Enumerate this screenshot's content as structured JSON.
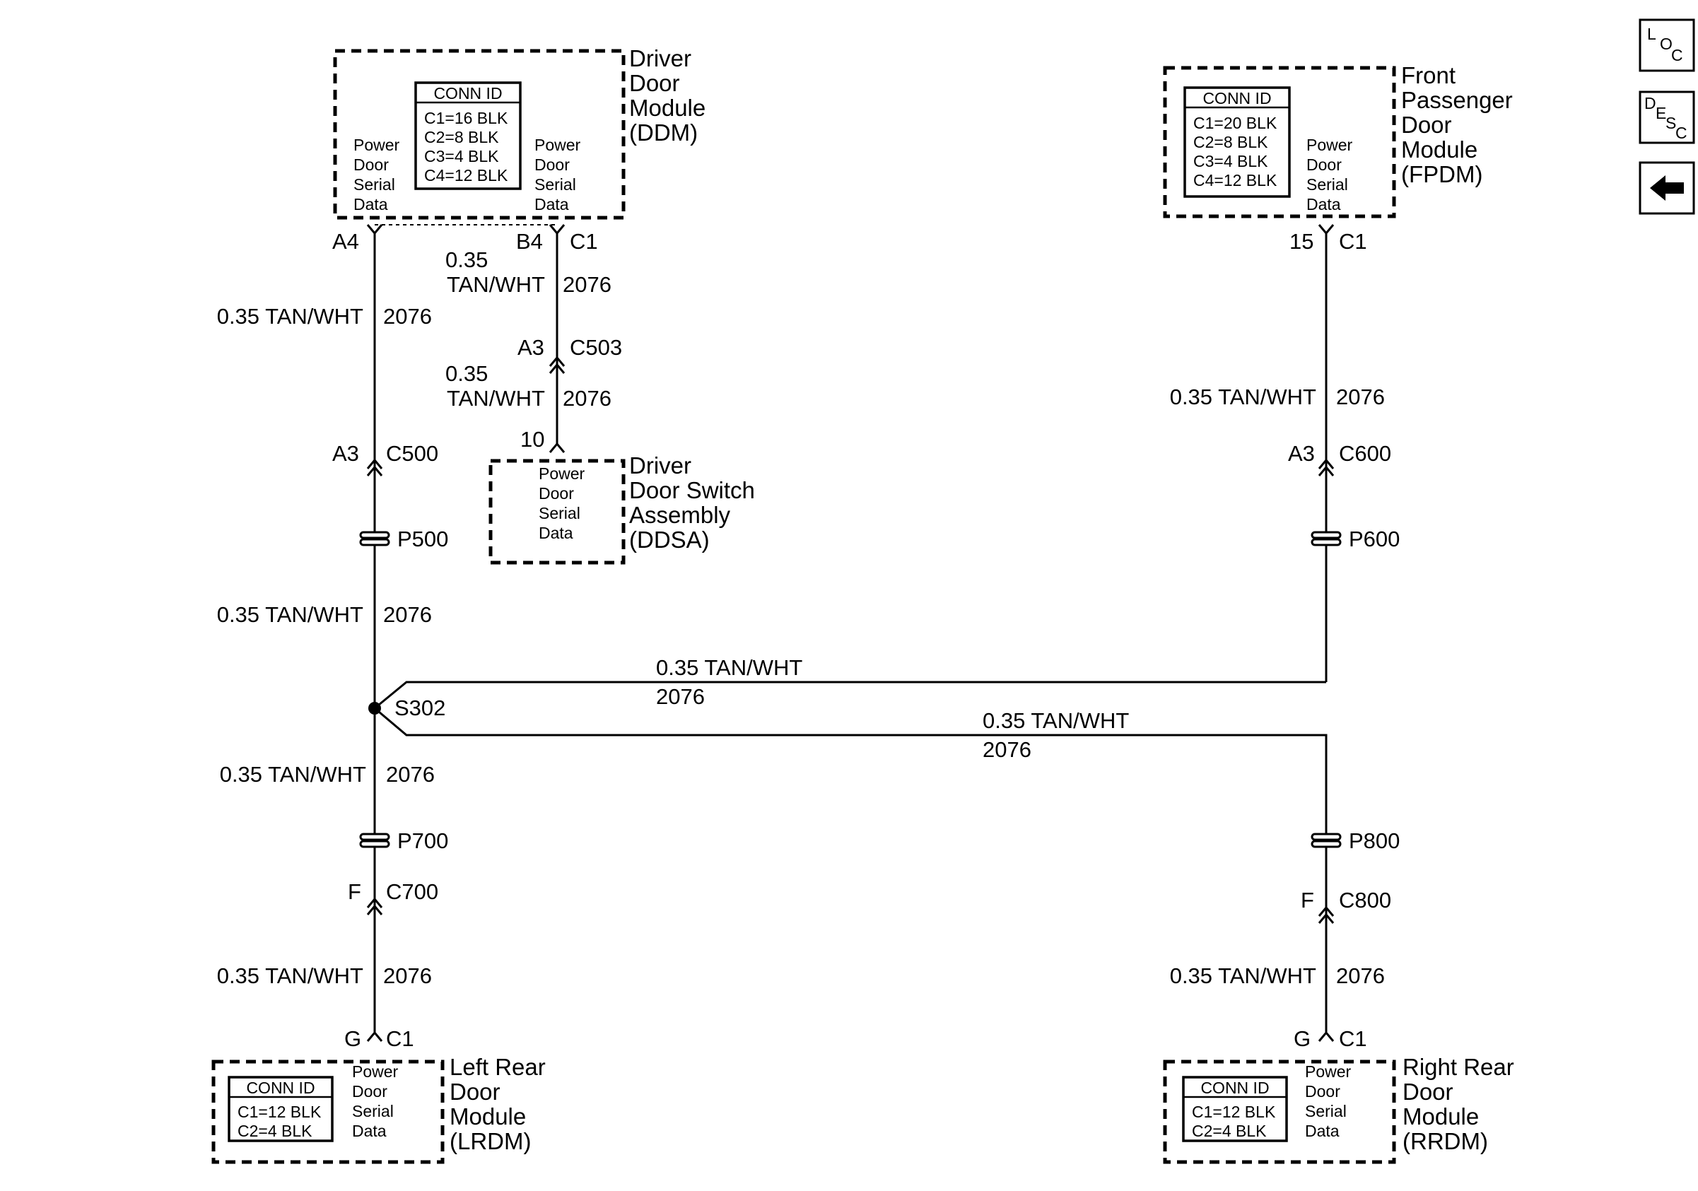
{
  "wire": {
    "gauge_color": "0.35 TAN/WHT",
    "gauge": "0.35",
    "color": "TAN/WHT",
    "circuit": "2076"
  },
  "modules": {
    "ddm": {
      "name_lines": [
        "Driver",
        "Door",
        "Module",
        "(DDM)"
      ],
      "conn_title": "CONN ID",
      "conn": [
        "C1=16 BLK",
        "C2=8 BLK",
        "C3=4 BLK",
        "C4=12 BLK"
      ],
      "left_label": [
        "Power",
        "Door",
        "Serial",
        "Data"
      ],
      "right_label": [
        "Power",
        "Door",
        "Serial",
        "Data"
      ]
    },
    "fpdm": {
      "name_lines": [
        "Front",
        "Passenger",
        "Door",
        "Module",
        "(FPDM)"
      ],
      "conn_title": "CONN ID",
      "conn": [
        "C1=20 BLK",
        "C2=8 BLK",
        "C3=4 BLK",
        "C4=12 BLK"
      ],
      "label": [
        "Power",
        "Door",
        "Serial",
        "Data"
      ]
    },
    "ddsa": {
      "name_lines": [
        "Driver",
        "Door Switch",
        "Assembly",
        "(DDSA)"
      ],
      "label": [
        "Power",
        "Door",
        "Serial",
        "Data"
      ]
    },
    "lrdm": {
      "name_lines": [
        "Left Rear",
        "Door",
        "Module",
        "(LRDM)"
      ],
      "conn_title": "CONN ID",
      "conn": [
        "C1=12 BLK",
        "C2=4 BLK"
      ],
      "label": [
        "Power",
        "Door",
        "Serial",
        "Data"
      ]
    },
    "rrdm": {
      "name_lines": [
        "Right Rear",
        "Door",
        "Module",
        "(RRDM)"
      ],
      "conn_title": "CONN ID",
      "conn": [
        "C1=12 BLK",
        "C2=4 BLK"
      ],
      "label": [
        "Power",
        "Door",
        "Serial",
        "Data"
      ]
    }
  },
  "pins": {
    "ddm_a4": "A4",
    "ddm_b4": "B4",
    "ddm_c1": "C1",
    "c503_pin": "A3",
    "c503": "C503",
    "ddsa_pin": "10",
    "c500_pin": "A3",
    "c500": "C500",
    "fpdm_pin": "15",
    "fpdm_c1": "C1",
    "c600_pin": "A3",
    "c600": "C600",
    "c700_pin": "F",
    "c700": "C700",
    "c800_pin": "F",
    "c800": "C800",
    "lrdm_pin": "G",
    "lrdm_c1": "C1",
    "rrdm_pin": "G",
    "rrdm_c1": "C1"
  },
  "passthroughs": {
    "p500": "P500",
    "p600": "P600",
    "p700": "P700",
    "p800": "P800"
  },
  "splice": {
    "s302": "S302"
  },
  "nav": {
    "loc": [
      "L",
      "O",
      "C"
    ],
    "desc": [
      "D",
      "E",
      "S",
      "C"
    ],
    "back_icon": "arrow-left-icon"
  }
}
